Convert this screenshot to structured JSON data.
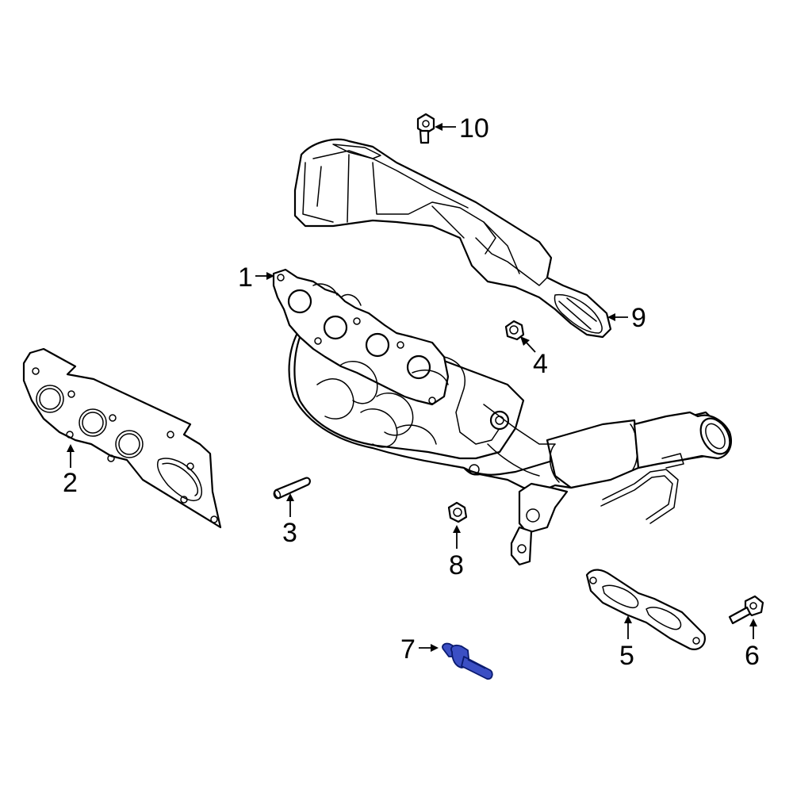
{
  "callouts": [
    {
      "id": "1",
      "label": "1"
    },
    {
      "id": "2",
      "label": "2"
    },
    {
      "id": "3",
      "label": "3"
    },
    {
      "id": "4",
      "label": "4"
    },
    {
      "id": "5",
      "label": "5"
    },
    {
      "id": "6",
      "label": "6"
    },
    {
      "id": "7",
      "label": "7"
    },
    {
      "id": "8",
      "label": "8"
    },
    {
      "id": "9",
      "label": "9"
    },
    {
      "id": "10",
      "label": "10"
    }
  ],
  "highlight_color": "#3b4fc4",
  "line_color": "#000000",
  "background_color": "#ffffff"
}
